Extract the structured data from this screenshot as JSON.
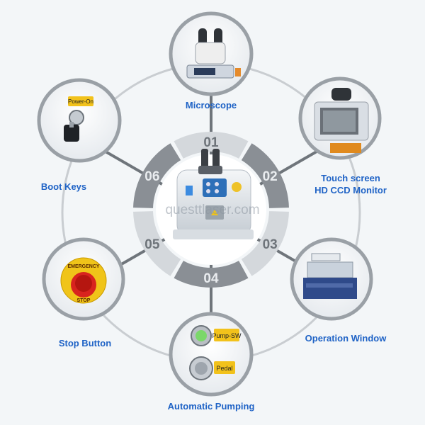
{
  "segments": [
    "01",
    "02",
    "03",
    "04",
    "05",
    "06"
  ],
  "features": [
    {
      "label": "Microscope",
      "icon": "microscope-icon"
    },
    {
      "label_line1": "Touch screen",
      "label_line2": "HD CCD Monitor",
      "icon": "touch-screen-icon"
    },
    {
      "label": "Operation Window",
      "icon": "operation-window-icon"
    },
    {
      "label": "Automatic Pumping",
      "icon": "pump-buttons-icon"
    },
    {
      "label": "Stop Button",
      "icon": "emergency-stop-icon"
    },
    {
      "label": "Boot Keys",
      "icon": "boot-key-icon"
    }
  ],
  "printed_text": {
    "power_on": "Power-On",
    "emergency": "EMERGENCY",
    "stop": "STOP",
    "pump": "Pump-SW",
    "pedal": "Pedal"
  },
  "watermark": "questtlaser.com",
  "colors": {
    "accent": "#1f63c6",
    "ring_dark": "#8a8f95",
    "ring_light": "#d4d8dc",
    "background": "#f3f6f8"
  }
}
